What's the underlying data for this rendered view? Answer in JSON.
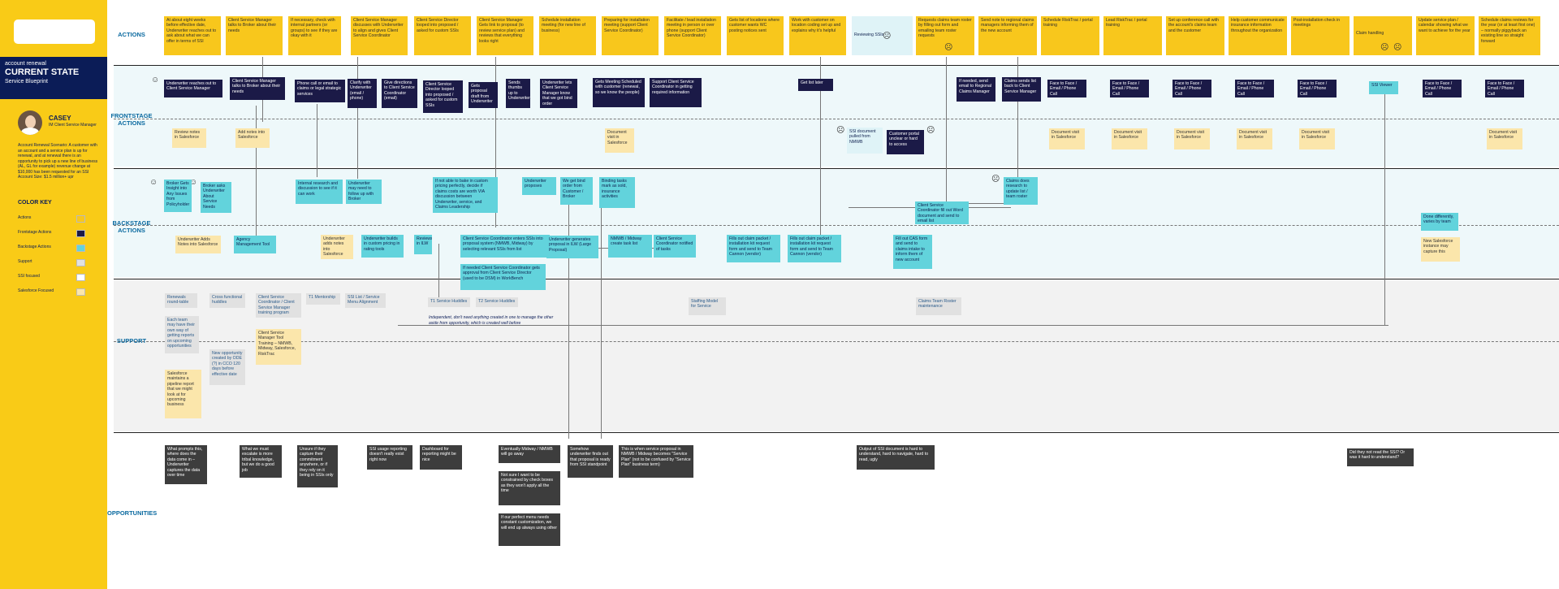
{
  "header": {
    "subtitle": "account renewal",
    "title": "CURRENT STATE",
    "doc_type": "Service Blueprint"
  },
  "persona": {
    "name": "CASEY",
    "role": "IM Client Service Manager",
    "scenario": "Account Renewal Scenario: A customer with an account and a service plan is up for renewal, and at renewal there is an opportunity to pick up a new line of business (AL, GL for example) revenue change at $10,000 has been requested for an SSI Account Size: $1.5 million+ upr"
  },
  "color_key": {
    "title": "COLOR KEY",
    "items": [
      {
        "label": "Actions",
        "color": "#f8c71c"
      },
      {
        "label": "Frontstage Actions",
        "color": "#1b1a47"
      },
      {
        "label": "Backstage Actions",
        "color": "#62d3dc"
      },
      {
        "label": "Support",
        "color": "#e1e1e1"
      },
      {
        "label": "SSI focused",
        "color": "#ffffff"
      },
      {
        "label": "Salesforce Focused",
        "color": "#fbe6ab"
      }
    ]
  },
  "lanes": {
    "actions": "ACTIONS",
    "frontstage": "FRONTSTAGE ACTIONS",
    "backstage": "BACKSTAGE ACTIONS",
    "support": "SUPPORT",
    "opportunities": "OPPORTUNITIES"
  },
  "actions": [
    "At about eight weeks before effective date, Underwriter reaches out to ask about what we can offer in terms of SSI",
    "Client Service Manager talks to Broker about their needs",
    "If necessary, check with internal partners (or groups) to see if they are okay with it",
    "Client Service Manager discusses with Underwriter to align and gives Client Service Coordinator",
    "Client Service Director looped into proposed / asked for custom SSIs",
    "Client Service Manager Gets link to proposal (to review service plan) and reviews that everything looks right",
    "Schedule installation meeting (for new line of business)",
    "Preparing for installation meeting (support Client Service Coordinator)",
    "Facilitate / lead installation meeting in person or over phone (support Client Service Coordinator)",
    "Gets list of locations where customer wants WC posting notices sent",
    "Work with customer on location coding set up and explains why it's helpful",
    "Reviewing SSIs",
    "Requests claims team roster by filling out form and emailing team roster requests",
    "Send note to regional claims managers informing them of the new account",
    "Schedule RiskTrac / portal training",
    "Lead RiskTrac / portal training",
    "Set up conference call with the account's claims team and the customer",
    "Help customer communicate insurance information throughout the organization",
    "Post-installation check in meetings",
    "Claim handling",
    "Update service plan / calendar showing what we want to achieve for the year",
    "Schedule claims reviews for the year (or at least first one) – normally piggyback an existing line so straight forward"
  ],
  "frontstage": [
    "Underwriter reaches out to Client Service Manager",
    "Client Service Manager talks to Broker about their needs",
    "Phone call or email to claims or legal strategic services",
    "Clarify with Underwriter (email / phone)",
    "Give directions to Client Service Coordinator (email)",
    "Client Service Director looped into proposed / asked for custom SSIs",
    "Gets proposal draft from Underwriter",
    "Sends thumbs up to Underwriter",
    "Underwriter lets Client Service Manager know that we got bind order",
    "Gets Meeting Scheduled with customer (renewal, so we know the people)",
    "Support Client Service Coordinator in getting required information",
    "Get list later",
    "If needed, send email to Regional Claims Manager",
    "Claims sends list back to Client Service Manager",
    "Face to Face / Email / Phone Call",
    "SSI Viewer",
    "SSI document pulled from NMWB",
    "Customer portal unclear or hard to access",
    "Review notes in Salesforce",
    "Add notes into Salesforce",
    "Document visit in Salesforce"
  ],
  "backstage": [
    "Broker Gets Insight into Any Issues from Policyholder",
    "Broker asks Underwriter About Service Needs",
    "Underwriter Adds Notes into Salesforce",
    "Agency Management Tool",
    "Internal research and discussion to see if it can work",
    "Underwriter may need to follow up with Broker",
    "Underwriter adds notes into Salesforce",
    "Underwriter builds in custom pricing in rating tools",
    "Reviews in ILW",
    "If not able to bake in custom pricing perfectly, decide if claims costs are worth VIA discussion between Underwriter, service, and Claims Leadership",
    "Client Service Coordinator enters SSIs into proposal system (NMWB, Midway) by selecting relevant SSIs from list",
    "If needed Client Service Coordinator gets approval from Client Service Director (used to be DSM) in WorkBench",
    "Underwriter proposes",
    "We get bind order from Customer / Broker",
    "Underwriter generates proposal in ILW (Large Proposal)",
    "Binding tasks mark as sold, insurance activities",
    "NMWB / Midway create task list",
    "Client Service Coordinator notified of tasks",
    "Fills out claim packet / installation kit request form and send to Team Cannon (vendor)",
    "Fill out CAS form and send to claims intake to inform them of new account",
    "Client Service Coordinator fill out Word document and send to email list",
    "Claims does research to update list / team roster",
    "Done differently, varies by team",
    "New Salesforce instance may capture this"
  ],
  "support": [
    "Renewals round-table",
    "Each team may have their own way of getting reports on upcoming opportunities",
    "Salesforce maintains a pipeline report that we might look at for upcoming business",
    "Cross functional huddles",
    "New opportunity created by ODE (?) in CCO 120 days before effective date",
    "Client Service Coordinator / Client Service Manager training program",
    "Client Service Manager Tool Training – NMWB, Midway, Salesforce, RiskTrac",
    "T1 Mentorship",
    "SSI List / Service Menu Alignment",
    "T1 Service Huddles",
    "T2 Service Huddles",
    "Staffing Model for Service",
    "Claims Team Roster maintenance"
  ],
  "support_note": "Independent, don't need anything created in one to manage the other aside from opportunity, which is created well before",
  "opportunities": [
    "What prompts this, where does the data come in – Underwriter captures the data over time",
    "What we must escalate is more tribal knowledge, but we do a good job",
    "Unsure if they capture their commitment anywhere, or if they rely on it being in SSIs only",
    "SSI usage reporting doesn't really exist right now",
    "Dashboard for reporting might be nice",
    "Eventually Midway / NMWB will go away",
    "Not sure I want to be constrained by check boxes as they won't apply all the time",
    "If our perfect menu needs constant customization, we will end up always using other",
    "Somehow underwriter finds out that proposal is ready from SSI standpoint",
    "This is when service proposal in NMWB / Midway becomes \"Service Plan\" (not to be confused by \"Service Plan\" business term)",
    "Output of SSI document is hard to understand, hard to navigate, hard to read, ugly",
    "Did they not read the SSI? Or was it hard to understand?"
  ]
}
